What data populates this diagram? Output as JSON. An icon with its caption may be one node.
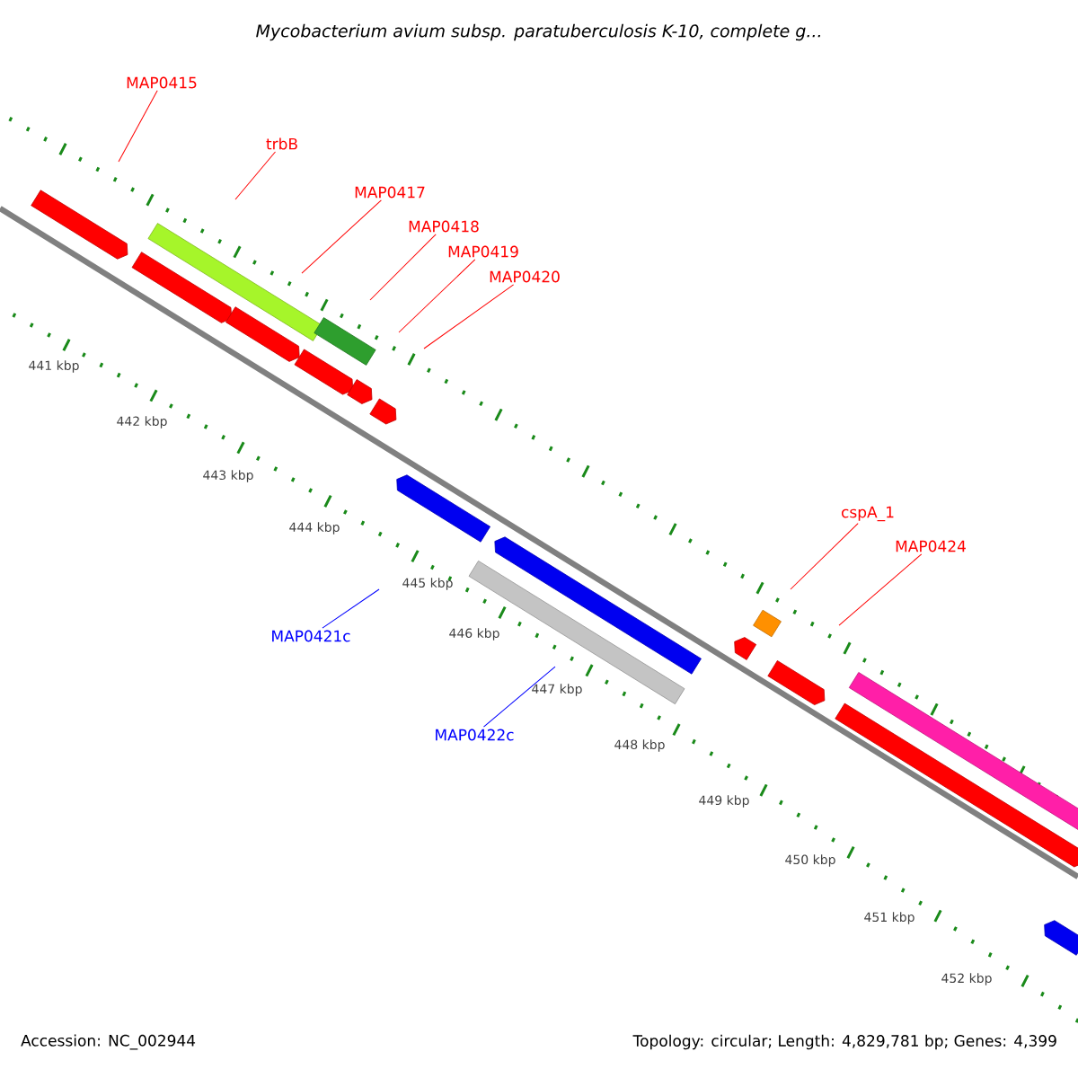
{
  "diagram": {
    "title": "*Mycobacterium avium subsp. paratuberculosis K-10, complete g...*",
    "nodes": [
      {
        "text": [
          "MAP0415"
        ]
      },
      {
        "text": [
          "trbB"
        ]
      },
      {
        "text": [
          "MAP0417"
        ]
      },
      {
        "text": [
          "MAP0418"
        ]
      },
      {
        "text": [
          "MAP0419"
        ]
      },
      {
        "text": [
          "MAP0420"
        ]
      },
      {
        "text": [
          "cspA_1"
        ]
      },
      {
        "text": [
          "MAP0424"
        ]
      },
      {
        "text": [
          "MAP0421c"
        ]
      },
      {
        "text": [
          "MAP0422c"
        ]
      }
    ],
    "edges": [
      {
        "from": 0,
        "to": null,
        "arrow": "none"
      },
      {
        "from": 1,
        "to": null,
        "arrow": "none"
      },
      {
        "from": 2,
        "to": null,
        "arrow": "none"
      },
      {
        "from": 3,
        "to": null,
        "arrow": "none"
      },
      {
        "from": 4,
        "to": null,
        "arrow": "none"
      },
      {
        "from": 5,
        "to": null,
        "arrow": "none"
      },
      {
        "from": 6,
        "to": null,
        "arrow": "none"
      },
      {
        "from": 7,
        "to": null,
        "arrow": "none"
      },
      {
        "from": 8,
        "to": null,
        "arrow": "none",
        "color": "#0000ff"
      },
      {
        "from": 9,
        "to": null,
        "arrow": "none",
        "color": "#0000ff"
      }
    ],
    "labels": [
      "441 kbp",
      "442 kbp",
      "443 kbp",
      "444 kbp",
      "445 kbp",
      "446 kbp",
      "447 kbp",
      "448 kbp",
      "449 kbp",
      "450 kbp",
      "451 kbp",
      "452 kbp",
      "Accession: NC_002944",
      "Topology: circular; Length: 4,829,781 bp; Genes: 4,399"
    ]
  }
}
